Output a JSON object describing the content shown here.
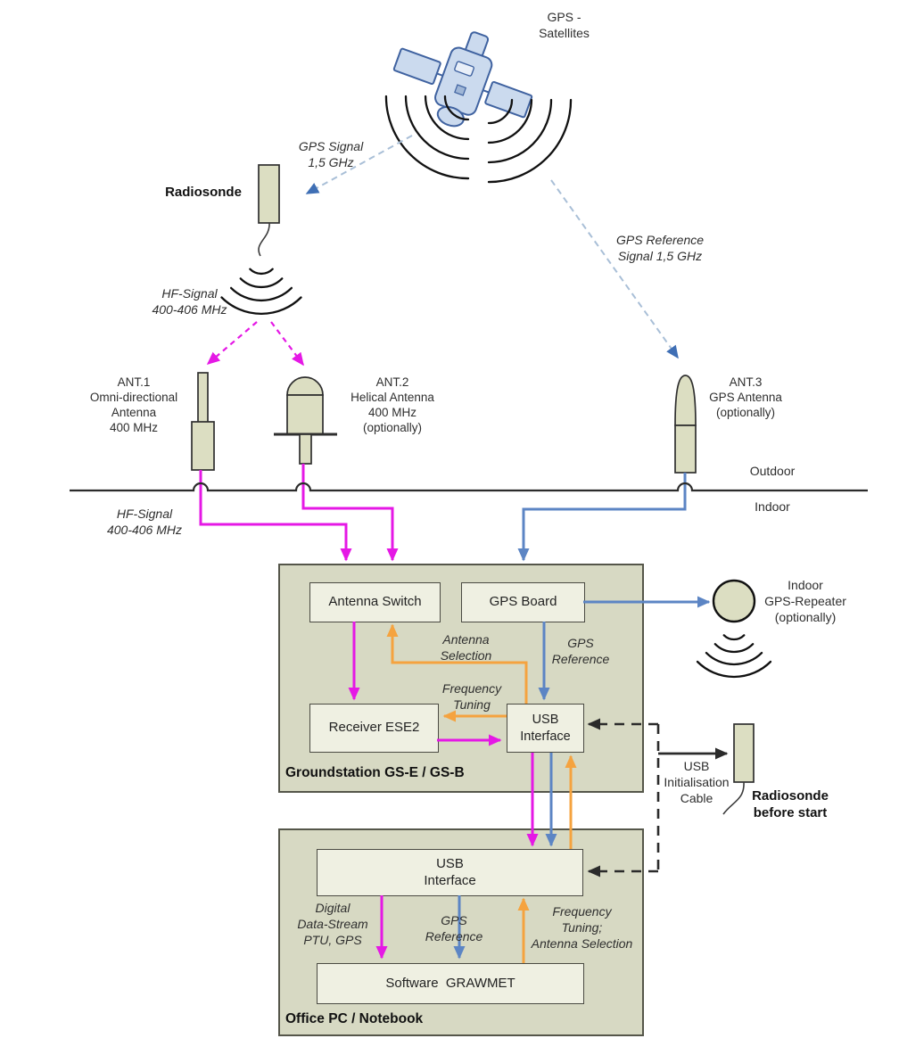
{
  "colors": {
    "magenta": "#E518E5",
    "orange": "#F5A33F",
    "blue": "#5C85C4",
    "blue_dark": "#3F6FB5",
    "steel_dash": "#A9BFD7",
    "ink": "#2B2B2B",
    "big_box_fill": "#D7D9C3",
    "big_box_border": "#55564A",
    "inner_box_fill": "#EFF0E2",
    "inner_box_border": "#4A4A42",
    "device_fill": "#DCDEC2",
    "satellite_fill": "#CBDAEE",
    "satellite_stroke": "#3F62A0"
  },
  "labels": {
    "gps_satellites": "GPS -\nSatellites",
    "gps_signal": "GPS Signal\n1,5 GHz",
    "radiosonde": "Radiosonde",
    "hf_signal_air": "HF-Signal\n400-406 MHz",
    "gps_reference_signal": "GPS Reference\nSignal 1,5 GHz",
    "ant1": "ANT.1\nOmni-directional\nAntenna\n400 MHz",
    "ant2": "ANT.2\nHelical Antenna\n400 MHz\n(optionally)",
    "ant3": "ANT.3\nGPS Antenna\n(optionally)",
    "outdoor": "Outdoor",
    "indoor": "Indoor",
    "hf_signal_cable": "HF-Signal\n400-406 MHz",
    "repeater": "Indoor\nGPS-Repeater\n(optionally)",
    "usb_init_cable": "USB\nInitialisation\nCable",
    "radiosonde_before_start": "Radiosonde\nbefore start"
  },
  "groundstation": {
    "title": "Groundstation GS-E / GS-B",
    "antenna_switch": "Antenna Switch",
    "gps_board": "GPS Board",
    "receiver": "Receiver ESE2",
    "usb_interface": "USB\nInterface",
    "antenna_selection": "Antenna\nSelection",
    "gps_reference": "GPS\nReference",
    "frequency_tuning": "Frequency\nTuning"
  },
  "office": {
    "title": "Office PC / Notebook",
    "usb_interface": "USB\nInterface",
    "software": "Software  GRAWMET",
    "digital_stream": "Digital\nData-Stream\nPTU, GPS",
    "gps_reference": "GPS\nReference",
    "frequency_antenna": "Frequency\nTuning;\nAntenna Selection"
  }
}
